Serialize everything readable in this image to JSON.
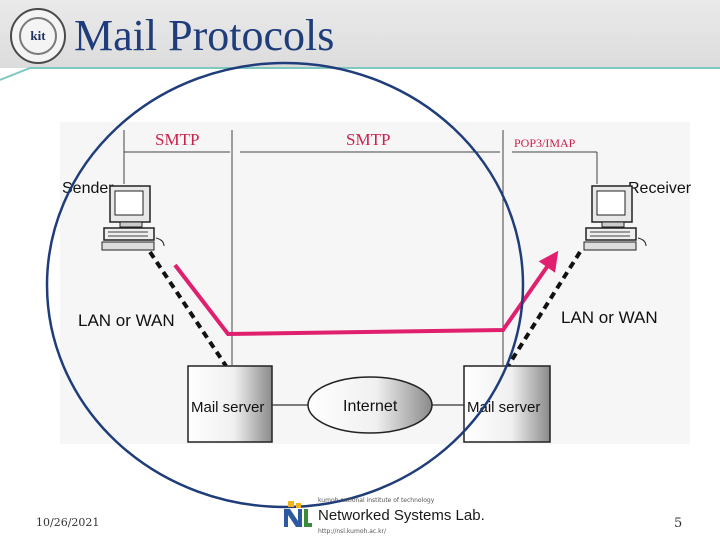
{
  "slide": {
    "title": "Mail Protocols",
    "logo_text": "kit",
    "date": "10/26/2021",
    "page_number": "5"
  },
  "diagram": {
    "protocols": {
      "smtp_left": "SMTP",
      "smtp_middle": "SMTP",
      "pop3_imap": "POP3/IMAP"
    },
    "nodes": {
      "sender": "Sender",
      "receiver": "Receiver",
      "mail_server_left": "Mail server",
      "mail_server_right": "Mail server",
      "internet": "Internet"
    },
    "links": {
      "lan_wan_left": "LAN or WAN",
      "lan_wan_right": "LAN or WAN"
    },
    "colors": {
      "protocol_red": "#cc1f4a",
      "path_magenta": "#e0206e",
      "circle_blue": "#1f3d7a",
      "title_blue": "#1f3d7a"
    }
  },
  "footer": {
    "lab_small": "kumoh national institute of technology",
    "lab_name": "Networked Systems Lab.",
    "lab_url": "http://nsl.kumoh.ac.kr/"
  }
}
